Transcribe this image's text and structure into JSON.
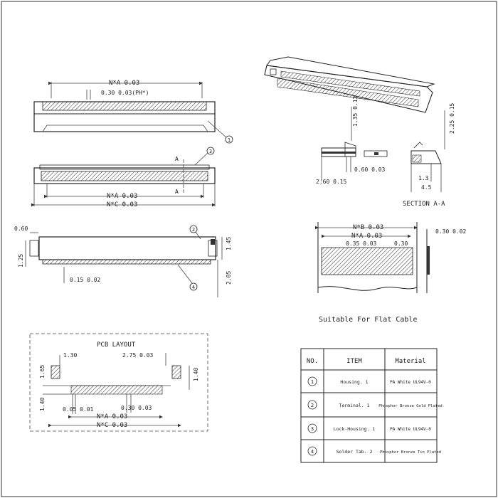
{
  "top_view": {
    "dim_overall": "N*A 0.03",
    "dim_pitch": "0.30 0.03(PH*)",
    "callout": "1"
  },
  "front_view": {
    "section_mark": "A",
    "dim_a": "N*A 0.03",
    "dim_c": "N*C 0.03",
    "callout": "3"
  },
  "side_view": {
    "dim_left": "0.60",
    "dim_left_vert": "1.25",
    "dim_right": "1.45",
    "dim_lead": "0.15 0.02",
    "dim_right_lower": "2.05",
    "callout_top": "2",
    "callout_bottom": "4"
  },
  "detail_view": {
    "dim_vertical": "1.35 0.12",
    "dim_small": "0.60 0.03",
    "dim_bottom": "2.60 0.15"
  },
  "section_view": {
    "dim_vertical": "2.25 0.15",
    "dim_inner": "1.3",
    "dim_outer": "4.5",
    "caption": "SECTION A-A"
  },
  "cable_view": {
    "dim_b": "N*B 0.03",
    "dim_a": "N*A 0.03",
    "dim_tab_left": "0.35 0.03",
    "dim_tab_right": "0.30",
    "dim_thickness": "0.30 0.02",
    "caption": "Suitable For Flat Cable"
  },
  "pcb_layout": {
    "title": "PCB LAYOUT",
    "dim_pad_w": "1.30",
    "dim_pad_h": "1.65",
    "dim_pad_offset": "2.75 0.03",
    "dim_right_h": "1.40",
    "dim_left_low": "1.40",
    "dim_trace_w": "0.05 0.01",
    "dim_trace_pitch": "0.30 0.03",
    "dim_a": "N*A 0.03",
    "dim_c": "N*C 0.03"
  },
  "parts_table": {
    "headers": [
      "NO.",
      "ITEM",
      "Material"
    ],
    "rows": [
      {
        "no": "1",
        "item": "Housing.  1",
        "material": "PA  White UL94V-0"
      },
      {
        "no": "2",
        "item": "Terminal.  1",
        "material": "Phosphor Bronze Gold Plated"
      },
      {
        "no": "3",
        "item": "Lock-Housing.  1",
        "material": "PA  White UL94V-0"
      },
      {
        "no": "4",
        "item": "Solder Tab.  2",
        "material": "Phosphor Bronze Tin Plated"
      }
    ]
  }
}
